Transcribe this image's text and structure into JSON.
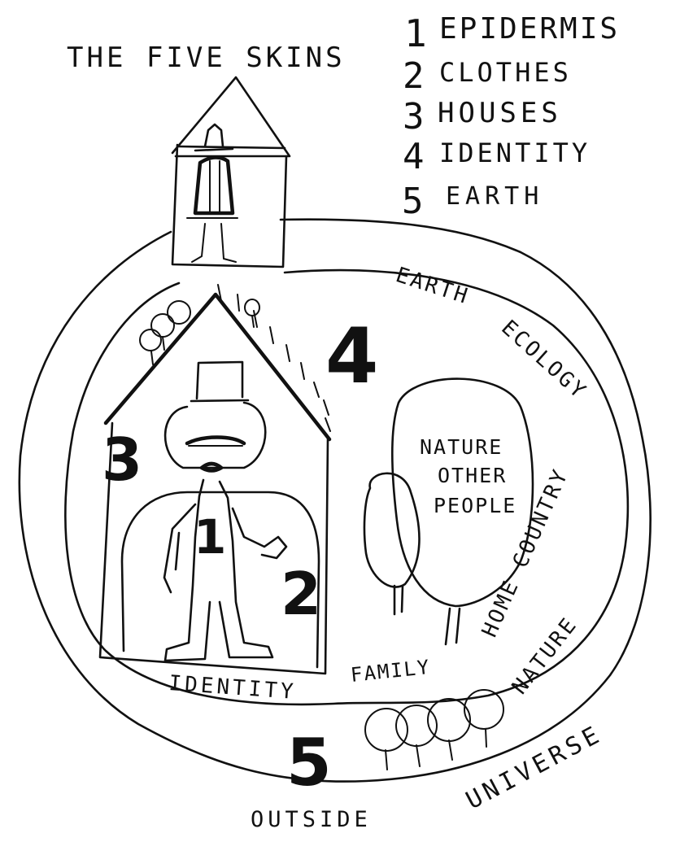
{
  "title": "THE FIVE SKINS",
  "legend": [
    {
      "num": "1",
      "label": "EPIDERMIS"
    },
    {
      "num": "2",
      "label": "CLOTHES"
    },
    {
      "num": "3",
      "label": "HOUSES"
    },
    {
      "num": "4",
      "label": "IDENTITY"
    },
    {
      "num": "5",
      "label": "EARTH"
    }
  ],
  "numbers": {
    "n1": "1",
    "n2": "2",
    "n3": "3",
    "n4": "4",
    "n5": "5"
  },
  "labels": {
    "earth": "EARTH",
    "ecology": "ECOLOGY",
    "nature_line1": "NATURE",
    "nature_line2": "OTHER",
    "nature_line3": "PEOPLE",
    "home_country": "HOME COUNTRY",
    "family": "FAMILY",
    "identity": "IDENTITY",
    "nature_outer": "NATURE",
    "universe": "UNIVERSE",
    "outside": "OUTSIDE"
  }
}
